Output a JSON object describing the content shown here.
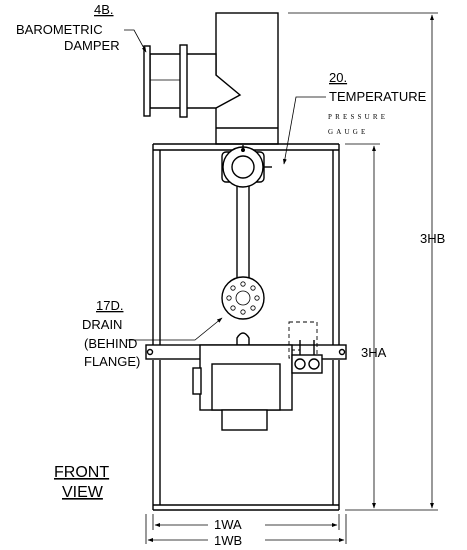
{
  "callouts": {
    "damper": {
      "number": "4B.",
      "line1": "BAROMETRIC",
      "line2": "DAMPER"
    },
    "temperature": {
      "number": "20.",
      "line1": "TEMPERATURE",
      "sub1": "PRESSURE",
      "sub2": "GAUGE"
    },
    "drain": {
      "number": "17D.",
      "line1": "DRAIN",
      "line2": "(BEHIND",
      "line3": "FLANGE)"
    }
  },
  "dimensions": {
    "hb": "3HB",
    "ha": "3HA",
    "wa": "1WA",
    "wb": "1WB"
  },
  "view": {
    "line1": "FRONT",
    "line2": "VIEW"
  }
}
